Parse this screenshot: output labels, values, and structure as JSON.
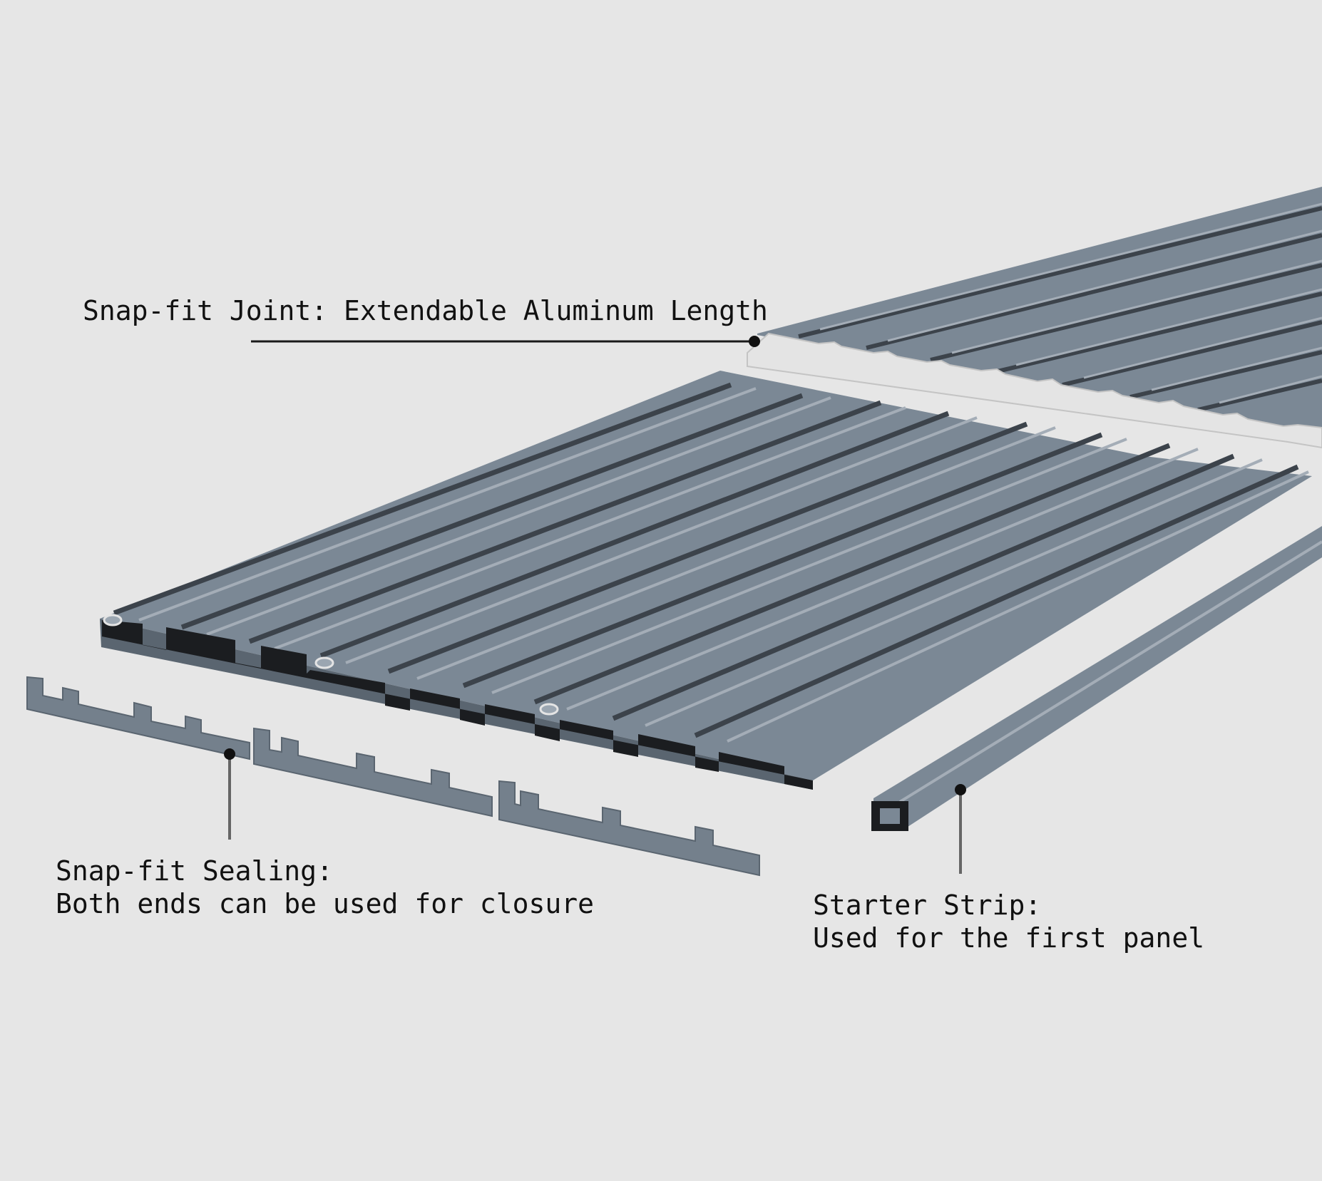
{
  "callouts": {
    "snap_joint": {
      "title": "Snap-fit Joint: Extendable Aluminum Length"
    },
    "snap_sealing": {
      "title": "Snap-fit Sealing:",
      "detail": "Both ends can be used for closure"
    },
    "starter_strip": {
      "title": "Starter Strip:",
      "detail": "Used for the first panel"
    }
  },
  "colors": {
    "background": "#e6e6e6",
    "panel_face": "#7b8895",
    "panel_dark": "#1b1d20",
    "end_cap": "#74808c",
    "connector": "#e4e4e4",
    "leader_line": "#1a1a1a"
  }
}
